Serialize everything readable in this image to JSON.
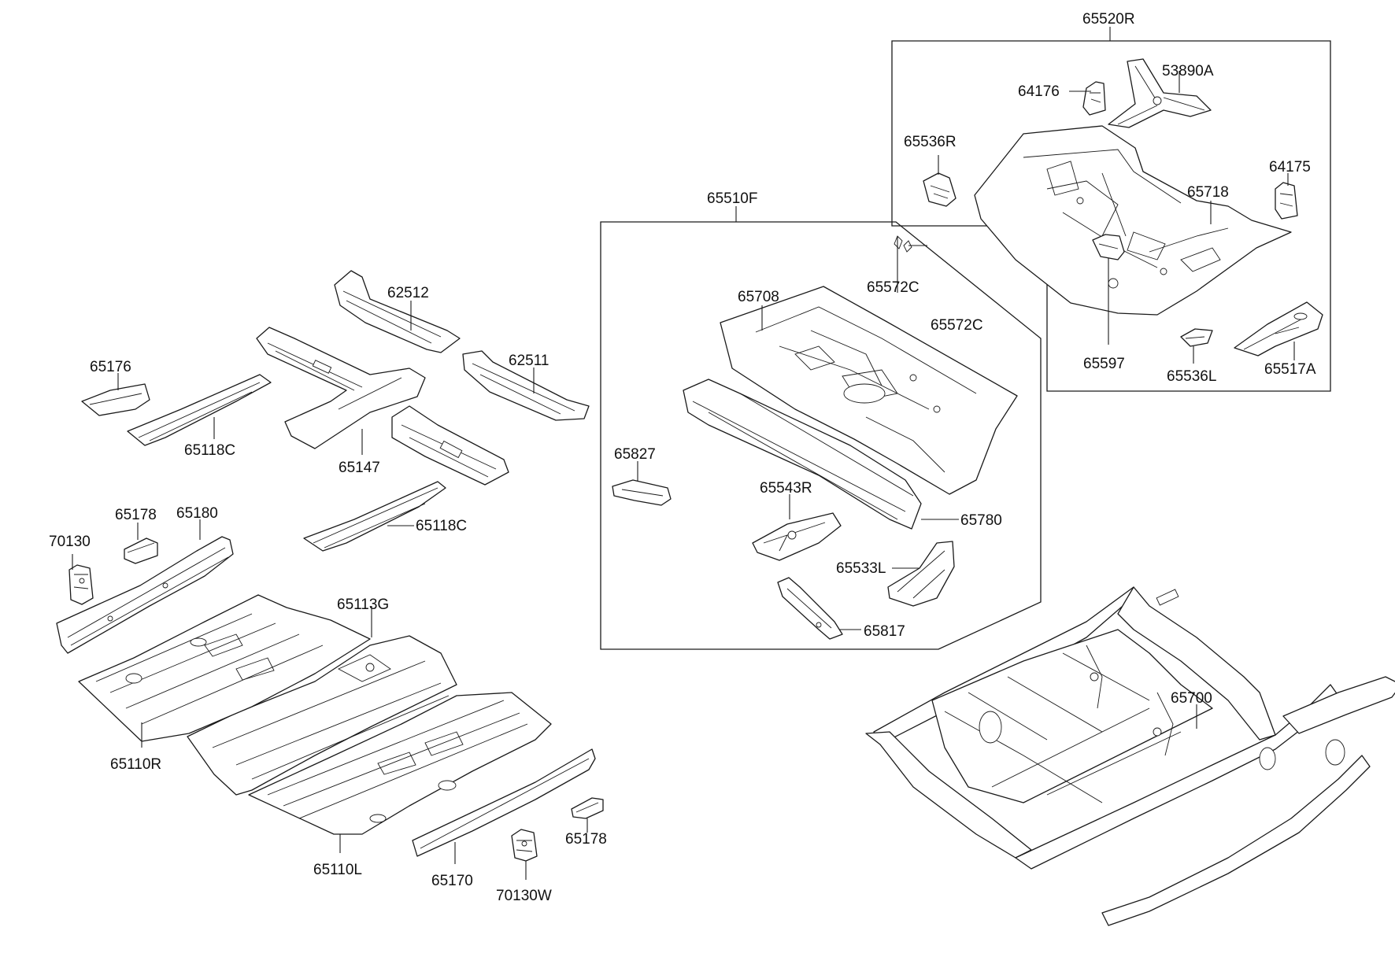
{
  "labels": {
    "p65520R": "65520R",
    "p53890A": "53890A",
    "p64176": "64176",
    "p65536R": "65536R",
    "p64175": "64175",
    "p65718": "65718",
    "p65597": "65597",
    "p65536L": "65536L",
    "p65517A": "65517A",
    "p65510F": "65510F",
    "p65708": "65708",
    "p65572C_a": "65572C",
    "p65572C_b": "65572C",
    "p65827": "65827",
    "p65543R": "65543R",
    "p65780": "65780",
    "p65533L": "65533L",
    "p65817": "65817",
    "p62512": "62512",
    "p62511": "62511",
    "p65176": "65176",
    "p65118C_a": "65118C",
    "p65147": "65147",
    "p65118C_b": "65118C",
    "p65178_a": "65178",
    "p65180": "65180",
    "p70130": "70130",
    "p65113G": "65113G",
    "p65110R": "65110R",
    "p65110L": "65110L",
    "p65170": "65170",
    "p70130W": "70130W",
    "p65178_b": "65178",
    "p65700": "65700"
  }
}
